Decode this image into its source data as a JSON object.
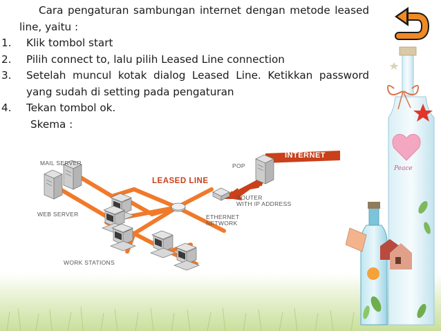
{
  "slide": {
    "intro": "Cara pengaturan sambungan internet dengan metode leased line, yaitu :",
    "steps": [
      {
        "num": "1.",
        "text": "Klik tombol start"
      },
      {
        "num": "2.",
        "text": "Pilih connect to, lalu pilih Leased Line connection"
      },
      {
        "num": "3.",
        "text": "Setelah muncul kotak dialog Leased Line. Ketikkan password yang sudah di setting pada pengaturan"
      },
      {
        "num": "4.",
        "text": "Tekan tombol ok."
      }
    ],
    "skema_label": "Skema :"
  },
  "diagram": {
    "mail_server": "MAIL SERVER",
    "web_server": "WEB SERVER",
    "work_stations": "WORK STATIONS",
    "leased_line": "LEASED LINE",
    "internet": "INTERNET",
    "pop": "POP",
    "router_line1": "ROUTER",
    "router_line2": "WITH IP ADDRESS",
    "ethernet_line1": "ETHERNET",
    "ethernet_line2": "NETWORK"
  },
  "decor": {
    "bottle_label": "Peace"
  },
  "navigation": {
    "back_icon": "return-arrow-icon"
  },
  "colors": {
    "cable": "#f07a2a",
    "label_red": "#c9401a",
    "back_button": "#f08a24",
    "grass": "#d9e9b7"
  }
}
